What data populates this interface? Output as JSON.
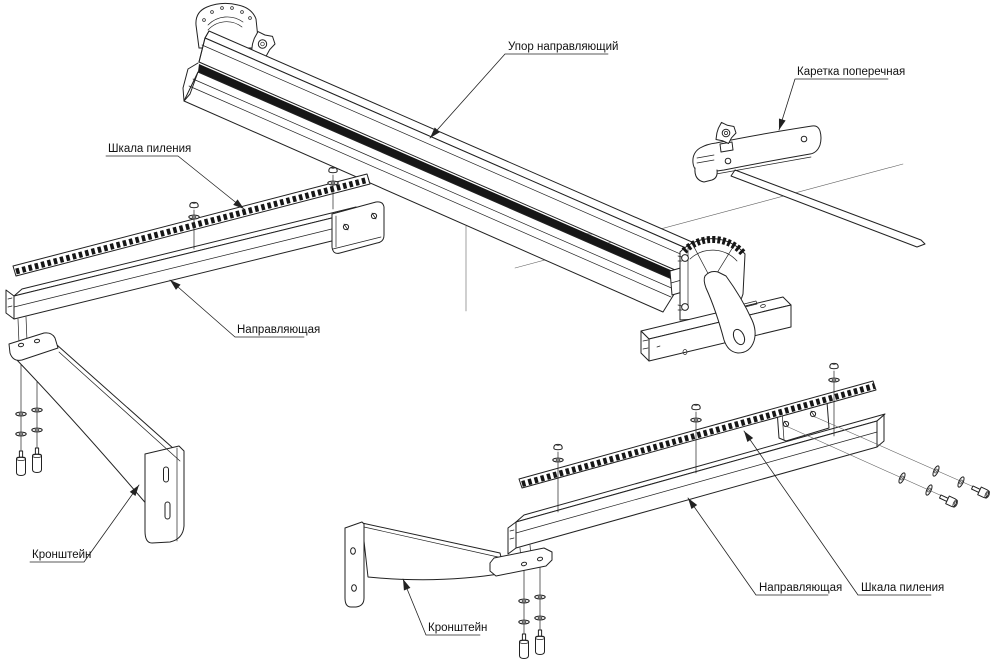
{
  "diagram": {
    "type": "exploded-assembly-technical-drawing",
    "labels": {
      "fence_stop": "Упор направляющий",
      "cross_carriage": "Каретка поперечная",
      "saw_scale_left": "Шкала пиления",
      "guide_rail_left": "Направляющая",
      "bracket_left": "Кронштейн",
      "bracket_center": "Кронштейн",
      "guide_rail_right": "Направляющая",
      "saw_scale_right": "Шкала пиления"
    },
    "colors": {
      "background": "#ffffff",
      "line": "#222222",
      "dark_fill": "#161616"
    }
  }
}
